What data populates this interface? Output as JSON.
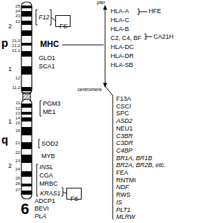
{
  "diagram": {
    "nodes": [
      {
        "text": [
          "FS"
        ]
      },
      {
        "text": [
          "FS"
        ]
      }
    ],
    "labels": [
      "p",
      "q",
      "6",
      "2",
      "1",
      "1",
      "2",
      "25",
      "24",
      "23",
      "22",
      "21.3",
      "21.2",
      "21.1",
      "12",
      "11.2",
      "11",
      "12",
      "13",
      "14",
      "15",
      "16",
      "21",
      "22",
      "23",
      "24",
      "25",
      "26",
      "27",
      "F12",
      "MHC",
      "GLO1",
      "SCA1",
      "PGM3",
      "ME1",
      "SOD2",
      "MYB",
      "INSL",
      "CGA",
      "MRBC",
      "KRAS1",
      "ADCP1",
      "BEVI",
      "PLA",
      "pter",
      "HLA-A",
      "HFE",
      "HLA-C",
      "HLA-B",
      "C2, C4, BF",
      "CA21H",
      "HLA-DC",
      "HLA-DR",
      "HLA-SB",
      "centromere",
      "F13A",
      "CSCI",
      "SPC",
      "ASD2",
      "NEU1",
      "C3BR",
      "C3DR",
      "C4BP",
      "BR1A, BR1B",
      "BR2A, BR2B, etc.",
      "FEA",
      "RNTMI",
      "NDF",
      "RWS",
      "IS",
      "PLT1",
      "MLRW"
    ]
  }
}
